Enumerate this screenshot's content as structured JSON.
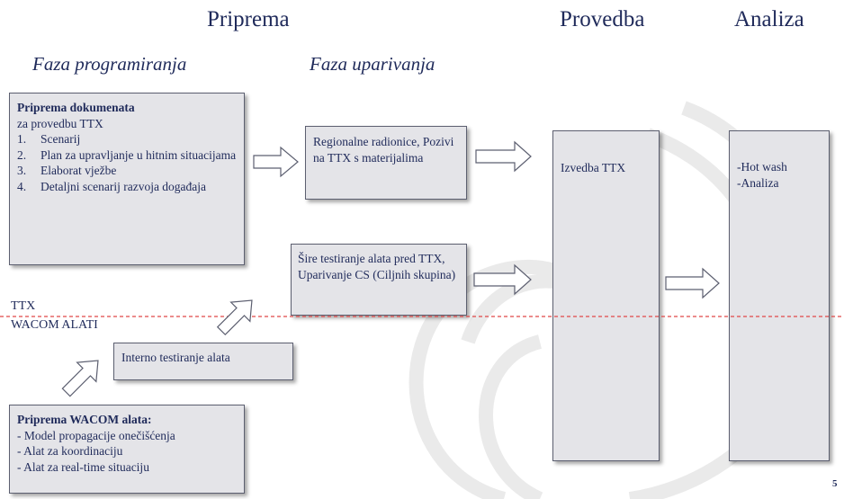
{
  "headings": {
    "priprema": "Priprema",
    "provedba": "Provedba",
    "analiza": "Analiza"
  },
  "subheadings": {
    "faza_programiranja": "Faza programiranja",
    "faza_uparivanja": "Faza uparivanja"
  },
  "priprema_dokumenata": {
    "title": "Priprema dokumenata",
    "subtitle": "za provedbu TTX",
    "items": [
      {
        "num": "1.",
        "text": "Scenarij"
      },
      {
        "num": "2.",
        "text": "Plan za upravljanje u hitnim situacijama"
      },
      {
        "num": "3.",
        "text": "Elaborat vježbe"
      },
      {
        "num": "4.",
        "text": "Detaljni scenarij razvoja događaja"
      }
    ]
  },
  "regionalne": {
    "text": "Regionalne radionice, Pozivi na TTX s materijalima"
  },
  "sire_testiranje": {
    "text": "Šire testiranje alata pred TTX, Uparivanje CS (Ciljnih skupina)"
  },
  "interno_testiranje": {
    "text": "Interno testiranje alata"
  },
  "priprema_wacom": {
    "title": "Priprema WACOM alata:",
    "items": [
      "- Model propagacije onečišćenja",
      "- Alat za koordinaciju",
      "- Alat za real-time situaciju"
    ]
  },
  "izvedba": {
    "text": "Izvedba TTX"
  },
  "analiza_box": {
    "items": [
      "-Hot wash",
      "-Analiza"
    ]
  },
  "divider": {
    "label_top": "TTX",
    "label_bottom": "WACOM ALATI",
    "color": "#e04848"
  },
  "page_number": "5",
  "colors": {
    "text": "#1f2a5a",
    "box_fill": "#e4e4e8",
    "box_border": "#5c5f70",
    "watermark": "#d8d8d8"
  }
}
